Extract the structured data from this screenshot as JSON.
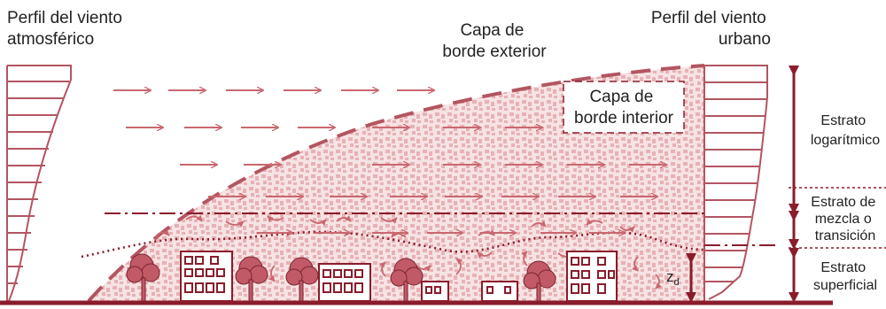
{
  "labels": {
    "atmospheric_profile": [
      "Perfil del viento",
      "atmosférico"
    ],
    "outer_layer": [
      "Capa de",
      "borde exterior"
    ],
    "urban_profile": [
      "Perfil del viento",
      "urbano"
    ],
    "inner_layer": [
      "Capa de",
      "borde interior"
    ],
    "log_stratum": [
      "Estrato",
      "logarítmico"
    ],
    "mixing_stratum": [
      "Estrato de",
      "mezcla o",
      "transición"
    ],
    "surface_stratum": [
      "Estrato",
      "superficial"
    ],
    "zd": "z",
    "zd_sub": "d"
  },
  "colors": {
    "primary": "#b35560",
    "dark": "#8a1c2b",
    "fill": "#f3dada",
    "dots": "#e7aeb2",
    "arrow": "#c9686f",
    "text": "#222222"
  }
}
